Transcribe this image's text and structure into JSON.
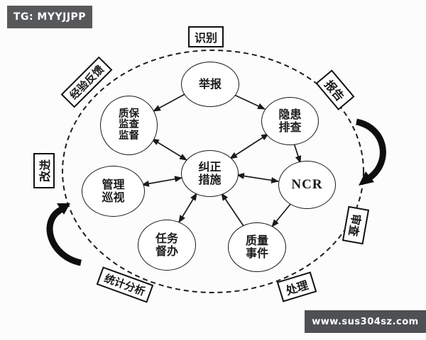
{
  "badges": {
    "top_left": "TG: MYYJJPP",
    "bottom_right": "www.sus304sz.com"
  },
  "stages": {
    "identify": "识别",
    "report": "报告",
    "review": "审查",
    "handle": "处理",
    "analysis": "统计分析",
    "improve": "改进",
    "feedback": "经验反馈"
  },
  "nodes": {
    "jubao": {
      "lines": [
        "举报"
      ]
    },
    "zhibao": {
      "lines": [
        "质保",
        "监查",
        "监督"
      ]
    },
    "yinhuan": {
      "lines": [
        "隐患",
        "排查"
      ]
    },
    "jiuzheng": {
      "lines": [
        "纠正",
        "措施"
      ]
    },
    "ncr": {
      "lines": [
        "NCR"
      ]
    },
    "guanli": {
      "lines": [
        "管理",
        "巡视"
      ]
    },
    "renwu": {
      "lines": [
        "任务",
        "督办"
      ]
    },
    "zhiliang": {
      "lines": [
        "质量",
        "事件"
      ]
    }
  },
  "connections": [
    {
      "from": "举报",
      "to": "质保监查监督",
      "bidirectional": false
    },
    {
      "from": "举报",
      "to": "隐患排查",
      "bidirectional": false
    },
    {
      "from": "质保监查监督",
      "to": "纠正措施",
      "bidirectional": true
    },
    {
      "from": "隐患排查",
      "to": "纠正措施",
      "bidirectional": true
    },
    {
      "from": "隐患排查",
      "to": "NCR",
      "bidirectional": false
    },
    {
      "from": "NCR",
      "to": "纠正措施",
      "bidirectional": true
    },
    {
      "from": "NCR",
      "to": "质量事件",
      "bidirectional": false
    },
    {
      "from": "质量事件",
      "to": "纠正措施",
      "bidirectional": false
    },
    {
      "from": "任务督办",
      "to": "纠正措施",
      "bidirectional": true
    },
    {
      "from": "管理巡视",
      "to": "纠正措施",
      "bidirectional": true
    }
  ],
  "colors": {
    "background": "#fcfcfc",
    "ink": "#1a1a1a",
    "badge_bg": "#57585a",
    "node_fill": "#ffffff"
  }
}
